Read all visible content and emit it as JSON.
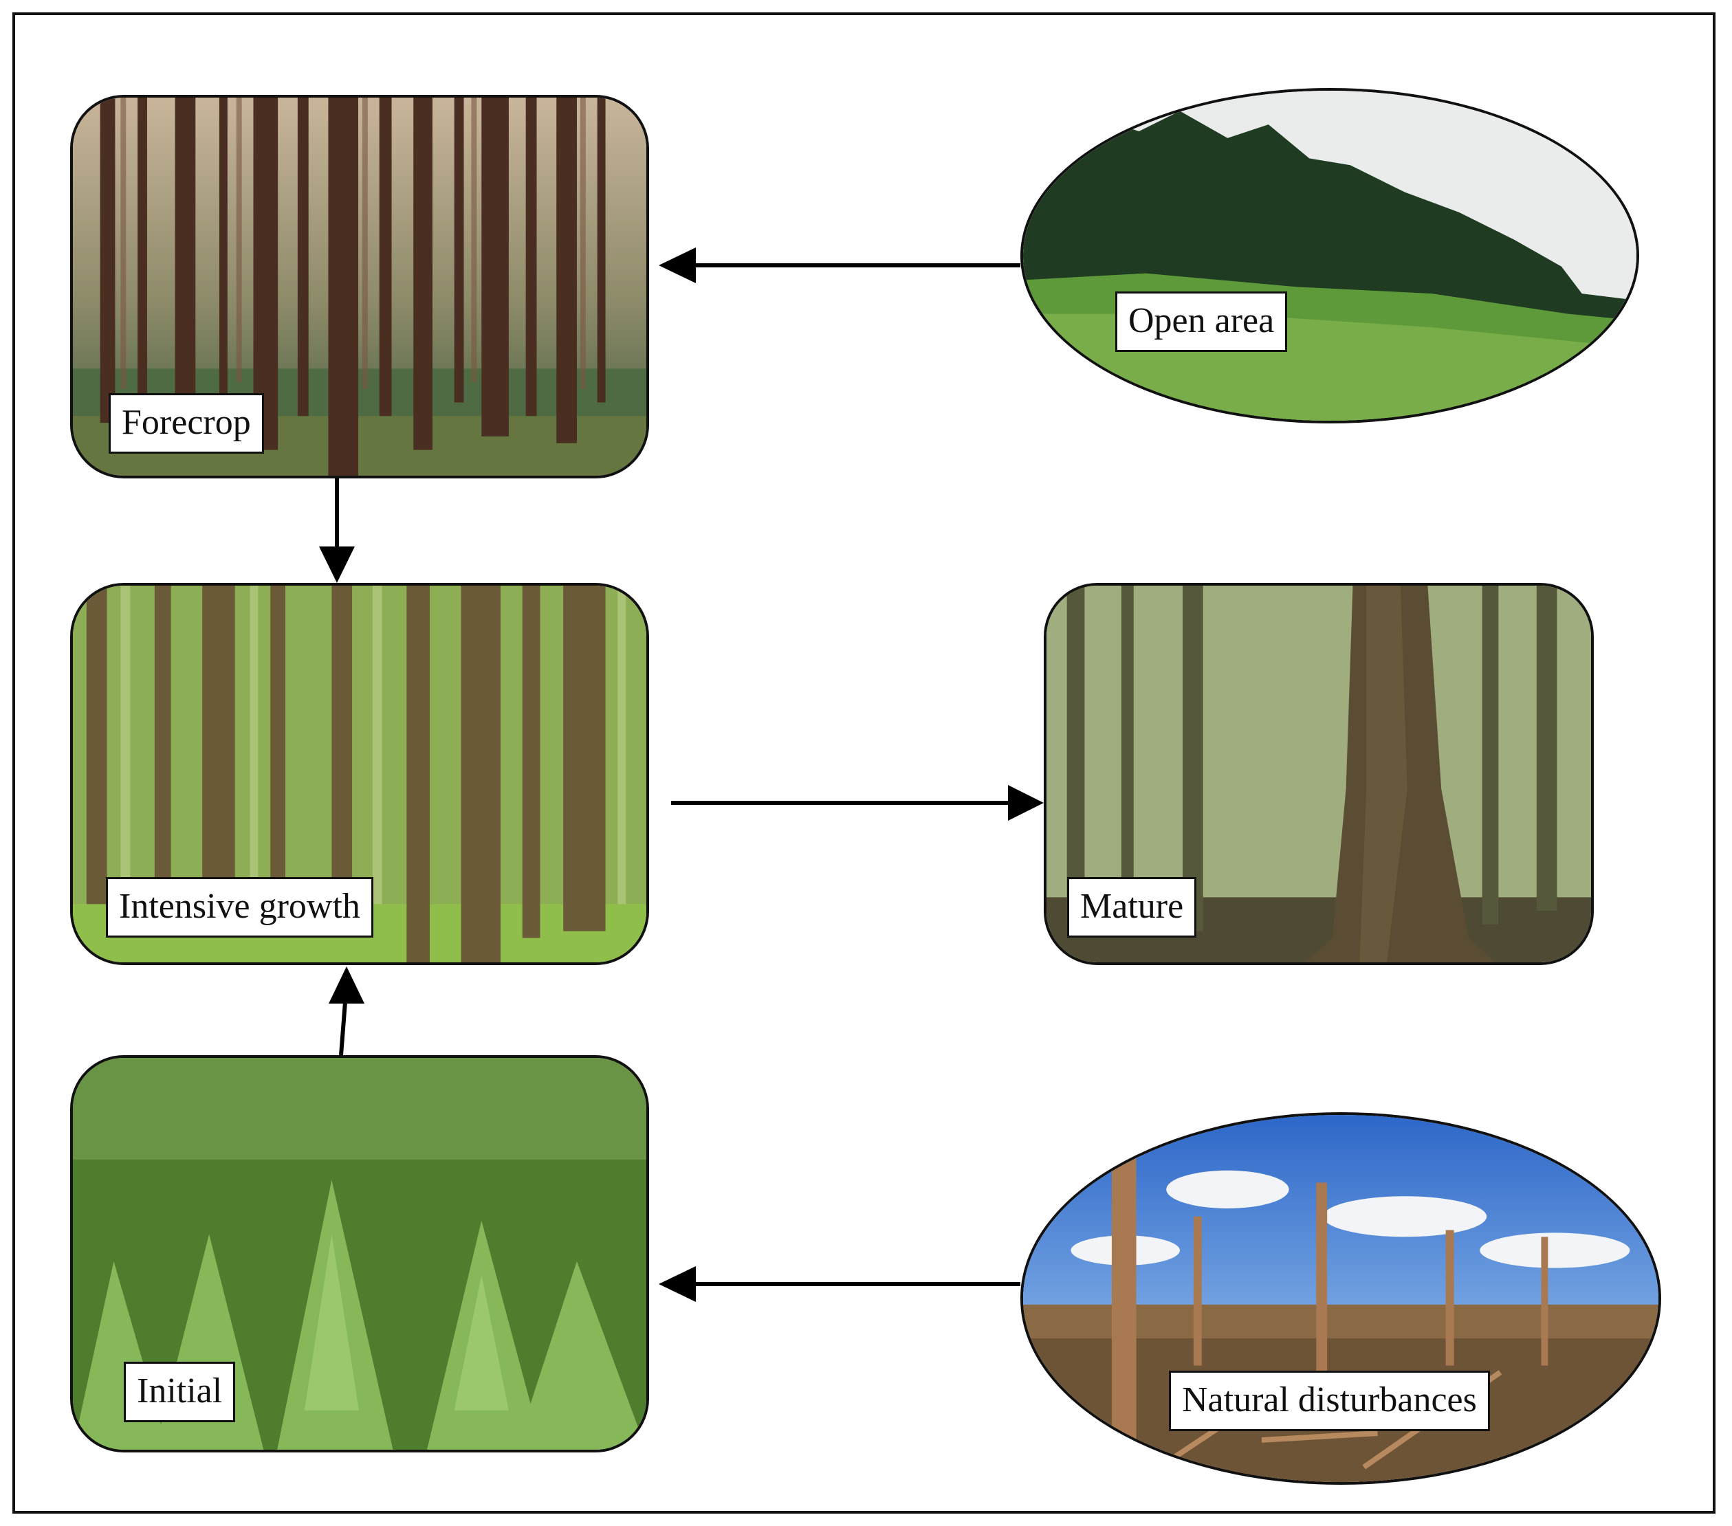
{
  "nodes": {
    "forecrop": {
      "label": "Forecrop"
    },
    "open_area": {
      "label": "Open area"
    },
    "intensive_growth": {
      "label": "Intensive growth"
    },
    "mature": {
      "label": "Mature"
    },
    "initial": {
      "label": "Initial"
    },
    "natural_disturbances": {
      "label": "Natural disturbances"
    }
  },
  "edges": [
    {
      "from": "open_area",
      "to": "forecrop"
    },
    {
      "from": "forecrop",
      "to": "intensive_growth"
    },
    {
      "from": "intensive_growth",
      "to": "mature"
    },
    {
      "from": "initial",
      "to": "intensive_growth"
    },
    {
      "from": "natural_disturbances",
      "to": "initial"
    }
  ],
  "colors": {
    "border": "#111111",
    "arrow": "#000000",
    "label_background": "#ffffff"
  }
}
